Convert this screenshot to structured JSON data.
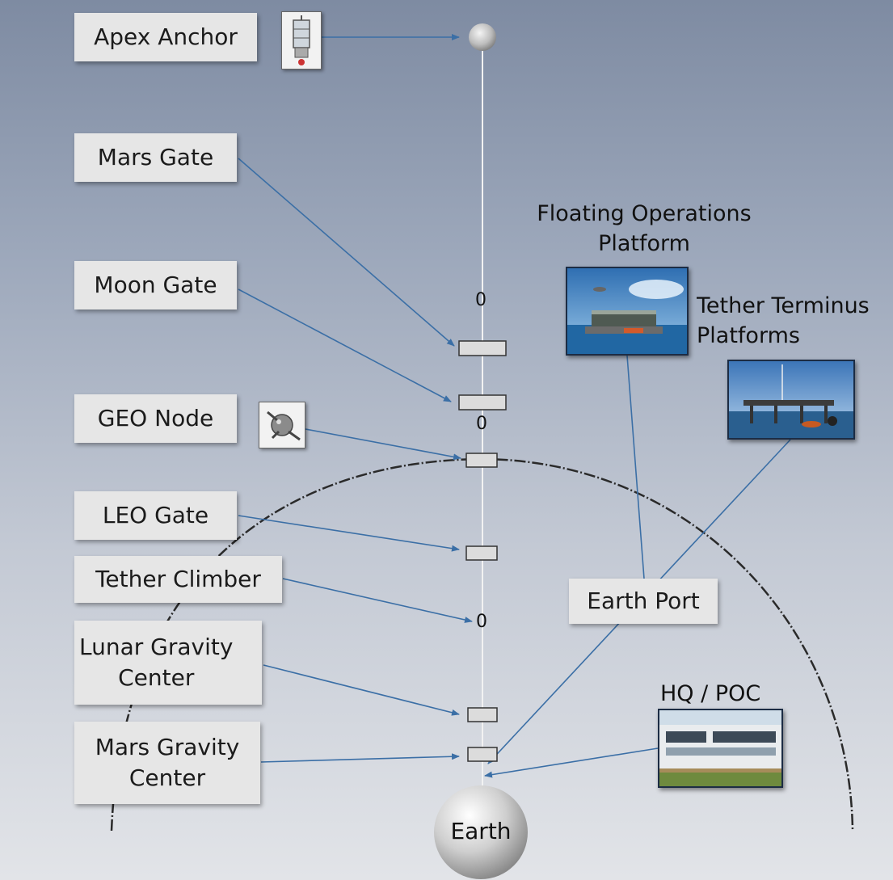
{
  "labels": {
    "apex_anchor": "Apex Anchor",
    "mars_gate": "Mars Gate",
    "moon_gate": "Moon Gate",
    "geo_node": "GEO Node",
    "leo_gate": "LEO Gate",
    "tether_climber": "Tether Climber",
    "lunar_gravity_center": "Lunar Gravity\nCenter",
    "mars_gravity_center": "Mars Gravity\nCenter",
    "earth_port": "Earth Port",
    "floating_ops": "Floating Operations\nPlatform",
    "tether_terminus": "Tether Terminus\nPlatforms",
    "hq_poc": "HQ / POC",
    "earth": "Earth"
  },
  "markers": {
    "zero_top": "0",
    "zero_geo": "0",
    "zero_climber": "0"
  },
  "colors": {
    "arrow": "#3b6fa6",
    "tether": "#f2f2f2",
    "orbit_arc": "#2a2a2a",
    "label_bg": "#e6e6e6"
  }
}
